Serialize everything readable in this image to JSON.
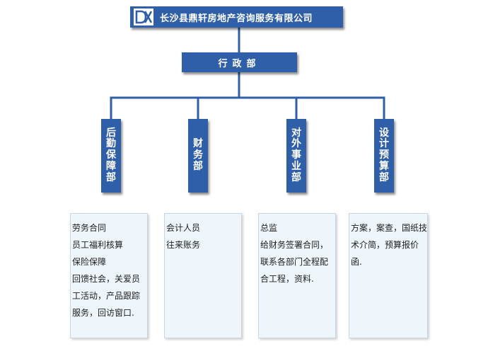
{
  "org_chart": {
    "company": {
      "logo_text": "DX",
      "name": "长沙县鼎轩房地产咨询服务有限公司"
    },
    "admin": {
      "name": "行政部"
    },
    "departments": [
      {
        "name": "后勤保障部",
        "description_lines": [
          "劳务合同",
          "员工福利核算",
          "保险保障",
          "回馈社会，关爱员工活动，产品跟踪服务，回访窗口."
        ]
      },
      {
        "name": "财务部",
        "description_lines": [
          "会计人员",
          "往来账务"
        ]
      },
      {
        "name": "对外事业部",
        "description_lines": [
          "总监",
          "给财务签署合同，联系各部门全程配合工程，资料."
        ]
      },
      {
        "name": "设计预算部",
        "description_lines": [
          "方案，案查，国纸技术介简，预算报价函."
        ]
      }
    ]
  },
  "colors": {
    "node_fill": "#2f5fa8",
    "connector": "#2f5fa8",
    "description_fill": "#eef5fb",
    "description_border": "#c8d5e4",
    "text_dark": "#1e1e1e",
    "text_light": "#ffffff"
  }
}
